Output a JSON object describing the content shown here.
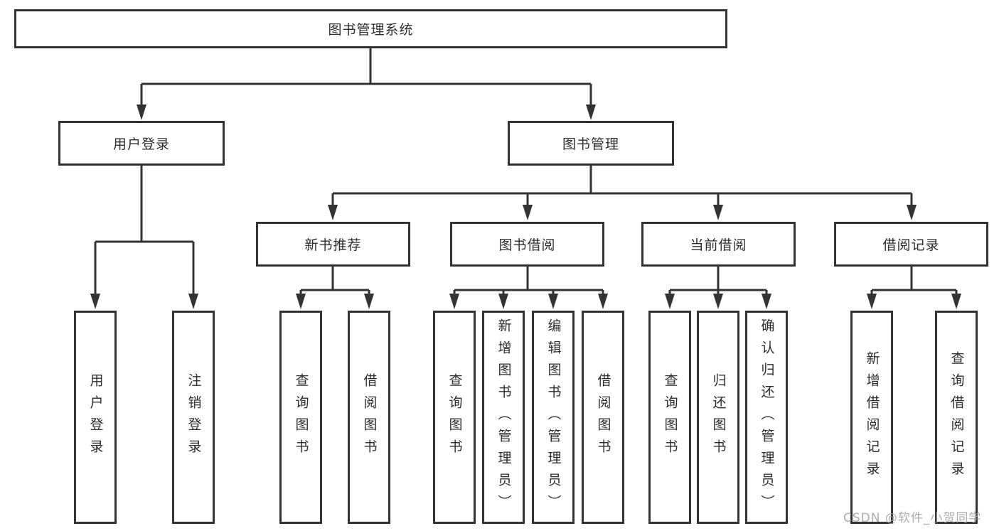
{
  "colors": {
    "line": "#333333",
    "box_border": "#333333",
    "text": "#2d2d2d",
    "background": "#ffffff",
    "watermark": "#9e9e9e"
  },
  "watermark": {
    "text": "CSDN @软件_小贺同学"
  },
  "diagram": {
    "type": "hierarchy-tree",
    "root": {
      "label": "图书管理系统"
    },
    "children": [
      {
        "label": "用户登录",
        "children": [
          {
            "label": "用户登录"
          },
          {
            "label": "注销登录"
          }
        ]
      },
      {
        "label": "图书管理",
        "children": [
          {
            "label": "新书推荐",
            "children": [
              {
                "label": "查询图书"
              },
              {
                "label": "借阅图书"
              }
            ]
          },
          {
            "label": "图书借阅",
            "children": [
              {
                "label": "查询图书"
              },
              {
                "label": "新增图书（管理员）"
              },
              {
                "label": "编辑图书（管理员）"
              },
              {
                "label": "借阅图书"
              }
            ]
          },
          {
            "label": "当前借阅",
            "children": [
              {
                "label": "查询图书"
              },
              {
                "label": "归还图书"
              },
              {
                "label": "确认归还（管理员）"
              }
            ]
          },
          {
            "label": "借阅记录",
            "children": [
              {
                "label": "新增借阅记录"
              },
              {
                "label": "查询借阅记录"
              }
            ]
          }
        ]
      }
    ]
  }
}
